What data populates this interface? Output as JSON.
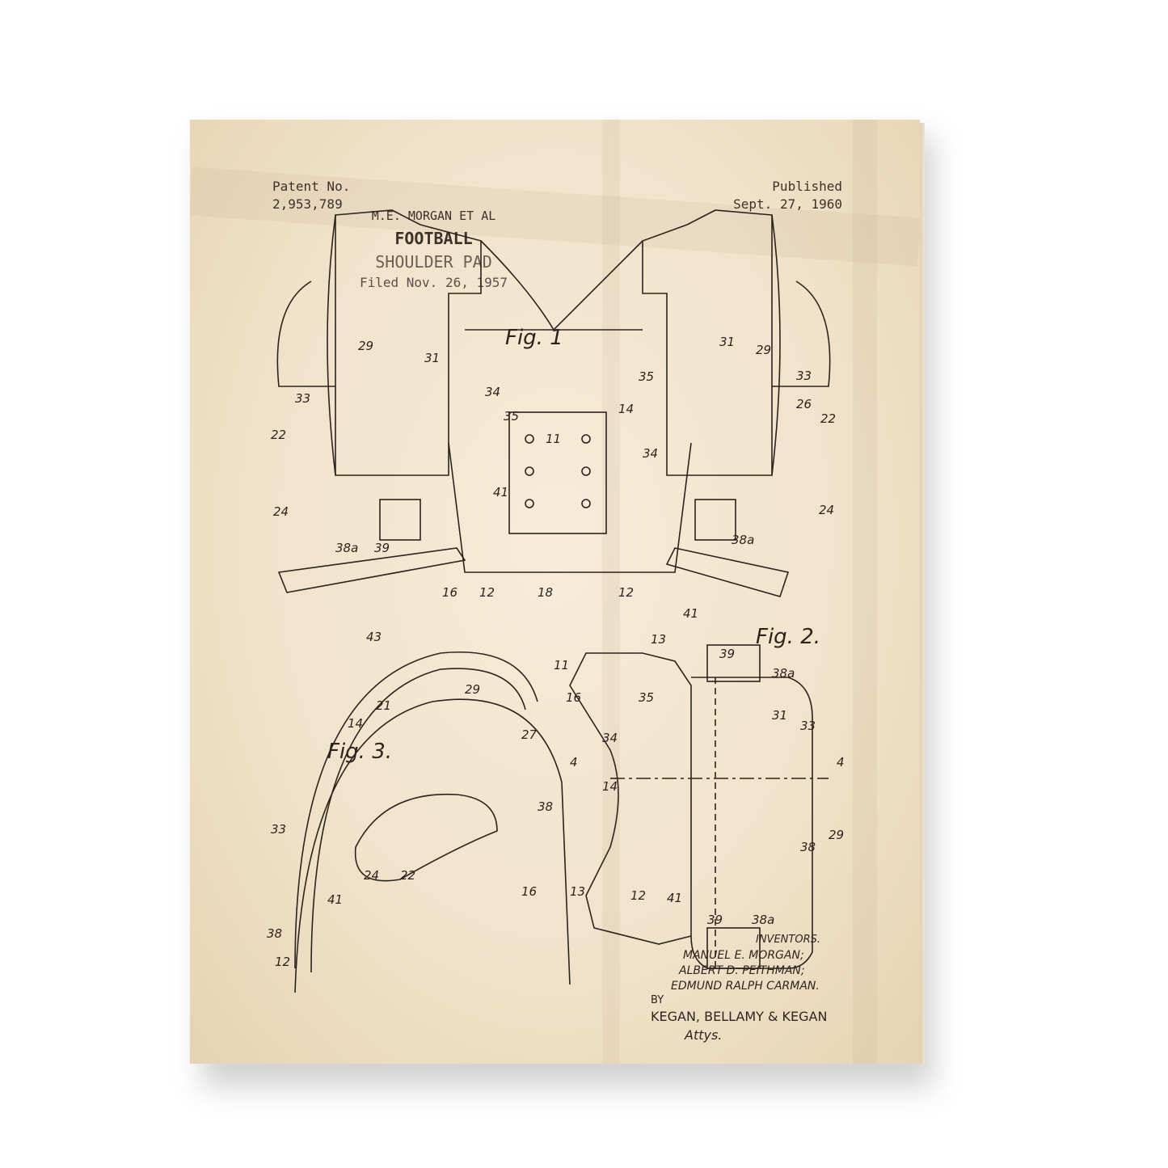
{
  "header": {
    "patent_label": "Patent No.",
    "patent_number": "2,953,789",
    "published_label": "Published",
    "published_date": "Sept. 27, 1960",
    "inventor_short": "M.E. MORGAN ET AL",
    "title_line1": "FOOTBALL",
    "title_line2": "SHOULDER PAD",
    "filed": "Filed Nov. 26, 1957"
  },
  "figures": {
    "fig1": "Fig. 1",
    "fig2": "Fig. 2.",
    "fig3": "Fig. 3."
  },
  "reference_numerals": {
    "fig1": [
      "29",
      "31",
      "33",
      "22",
      "24",
      "34",
      "35",
      "11",
      "41",
      "38a",
      "39",
      "43",
      "16",
      "12",
      "18",
      "12",
      "31",
      "29",
      "33",
      "35",
      "14",
      "26",
      "22",
      "34",
      "24",
      "38a"
    ],
    "fig2": [
      "13",
      "41",
      "39",
      "38a",
      "11",
      "16",
      "35",
      "31",
      "33",
      "34",
      "4",
      "4",
      "14",
      "29",
      "38",
      "12",
      "41",
      "39",
      "38a"
    ],
    "fig3": [
      "21",
      "29",
      "14",
      "27",
      "38",
      "33",
      "24",
      "22",
      "41",
      "38",
      "16",
      "13",
      "12"
    ]
  },
  "signature": {
    "inventors_label": "INVENTORS.",
    "inventor1": "MANUEL E. MORGAN;",
    "inventor2": "ALBERT D. PEITHMAN;",
    "inventor3": "EDMUND RALPH CARMAN.",
    "by": "BY",
    "attorneys": "KEGAN, BELLAMY & KEGAN",
    "attys": "Attys."
  },
  "colors": {
    "paper": "#f1e3cb",
    "ink": "#2b241d"
  }
}
